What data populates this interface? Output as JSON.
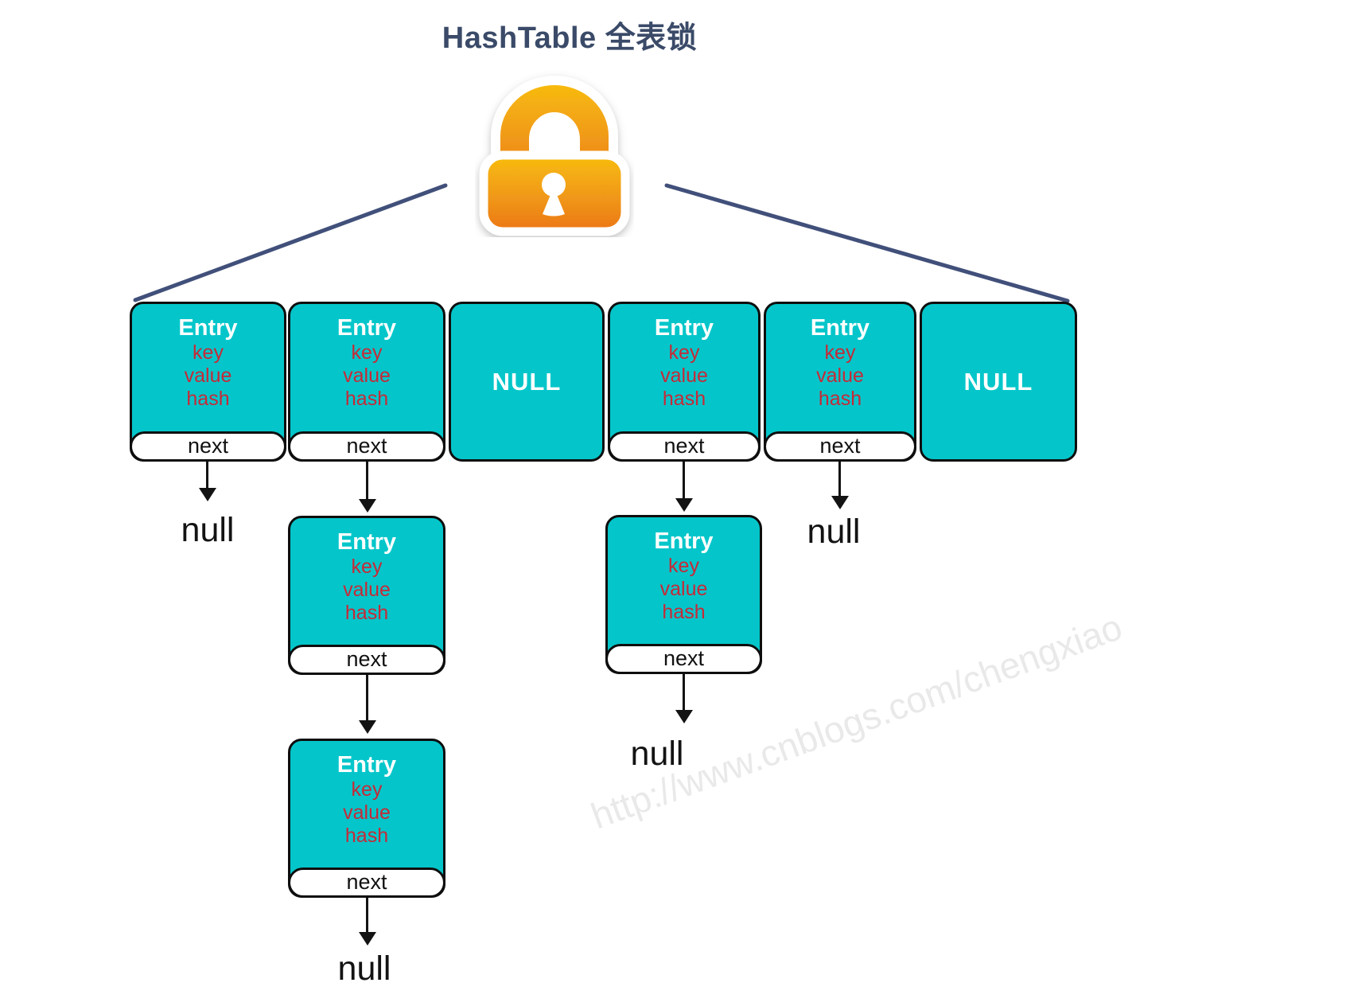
{
  "title": "HashTable 全表锁",
  "entry": {
    "title": "Entry",
    "fields": [
      "key",
      "value",
      "hash"
    ],
    "next_label": "next"
  },
  "null_bucket_label": "NULL",
  "null_pointer_label": "null",
  "watermark": "http://www.cnblogs.com/chengxiao",
  "icons": {
    "lock": "orange-padlock-full-table-lock"
  },
  "structure": {
    "buckets": [
      {
        "index": 0,
        "type": "entry",
        "chain": [
          "null"
        ]
      },
      {
        "index": 1,
        "type": "entry",
        "chain": [
          "entry",
          "entry",
          "null"
        ]
      },
      {
        "index": 2,
        "type": "null"
      },
      {
        "index": 3,
        "type": "entry",
        "chain": [
          "entry",
          "null"
        ]
      },
      {
        "index": 4,
        "type": "entry",
        "chain": [
          "null"
        ]
      },
      {
        "index": 5,
        "type": "null"
      }
    ]
  },
  "colors": {
    "bucket_fill": "#04c6ca",
    "field_text": "#c62a38",
    "title_text": "#3a4a68",
    "connector_line": "#41507a",
    "lock_gradient_top": "#f8bd0e",
    "lock_gradient_bottom": "#ec7614",
    "watermark_text": "#e9e9e9"
  }
}
